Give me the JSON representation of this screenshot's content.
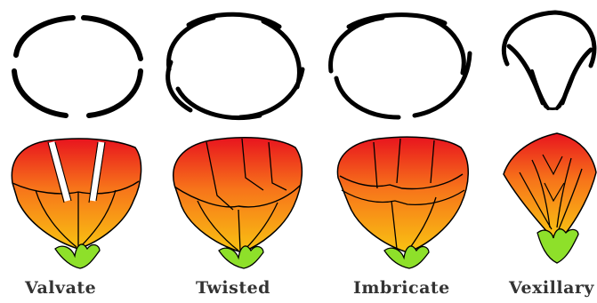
{
  "labels": {
    "valvate": "Valvate",
    "twisted": "Twisted",
    "imbricate": "Imbricate",
    "vexillary": "Vexillary"
  },
  "colors": {
    "petal_top": "#e8141e",
    "petal_mid": "#f7741a",
    "petal_bottom": "#f9c312",
    "sepal": "#8ee02a",
    "outline": "#000000",
    "label": "#333333"
  }
}
